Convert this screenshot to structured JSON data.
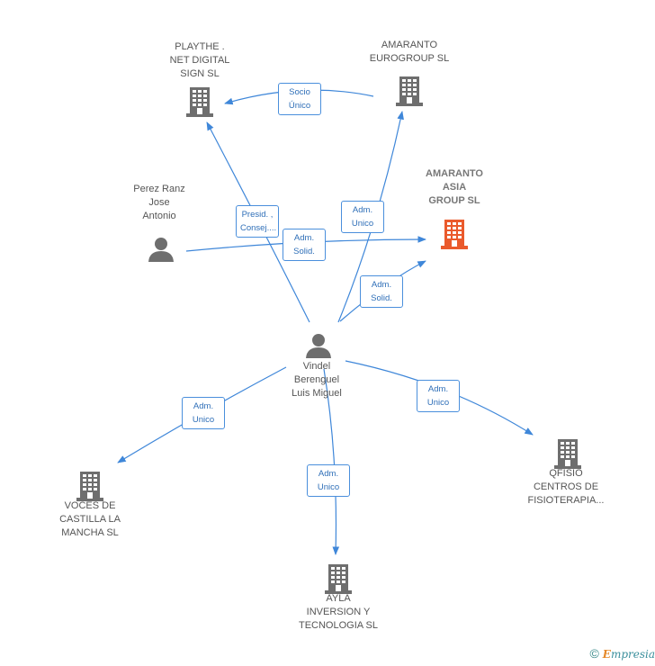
{
  "colors": {
    "edge": "#3f87d9",
    "building": "#6e6e6e",
    "building_highlight": "#ea5a2c",
    "person": "#6e6e6e"
  },
  "nodes": [
    {
      "id": "playthe",
      "type": "company",
      "label": "PLAYTHE .\nNET DIGITAL\nSIGN SL",
      "icon": "building-icon"
    },
    {
      "id": "amaranto_eurogroup",
      "type": "company",
      "label": "AMARANTO\nEUROGROUP SL",
      "icon": "building-icon"
    },
    {
      "id": "amaranto_asia",
      "type": "company",
      "label": "AMARANTO\nASIA\nGROUP SL",
      "icon": "building-icon",
      "highlight": true
    },
    {
      "id": "perez_ranz",
      "type": "person",
      "label": "Perez Ranz\nJose\nAntonio",
      "icon": "person-icon"
    },
    {
      "id": "vindel",
      "type": "person",
      "label": "Vindel\nBerenguel\nLuis Miguel",
      "icon": "person-icon"
    },
    {
      "id": "voces",
      "type": "company",
      "label": "VOCES DE\nCASTILLA LA\nMANCHA  SL",
      "icon": "building-icon"
    },
    {
      "id": "ayla",
      "type": "company",
      "label": "AYLA\nINVERSION Y\nTECNOLOGIA SL",
      "icon": "building-icon"
    },
    {
      "id": "qfisio",
      "type": "company",
      "label": "QFISIO\nCENTROS DE\nFISIOTERAPIA...",
      "icon": "building-icon"
    }
  ],
  "edges": [
    {
      "from": "amaranto_eurogroup",
      "to": "playthe",
      "label": "Socio\nÚnico"
    },
    {
      "from": "vindel",
      "to": "playthe",
      "label": "Presid. ,\nConsej...."
    },
    {
      "from": "perez_ranz",
      "to": "amaranto_asia",
      "label": "Adm.\nSolid."
    },
    {
      "from": "vindel",
      "to": "amaranto_eurogroup",
      "label": "Adm.\nUnico"
    },
    {
      "from": "vindel",
      "to": "amaranto_asia",
      "label": "Adm.\nSolid."
    },
    {
      "from": "vindel",
      "to": "voces",
      "label": "Adm.\nUnico"
    },
    {
      "from": "vindel",
      "to": "ayla",
      "label": "Adm.\nUnico"
    },
    {
      "from": "vindel",
      "to": "qfisio",
      "label": "Adm.\nUnico"
    }
  ],
  "footer": {
    "copyright": "©",
    "brand_first": "E",
    "brand_rest": "mpresia"
  }
}
